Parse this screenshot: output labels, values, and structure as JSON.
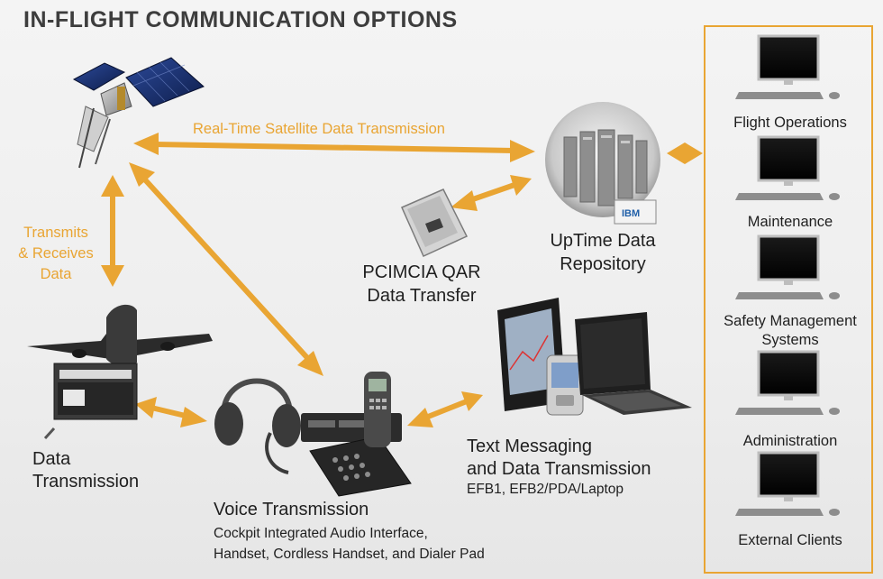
{
  "title": "IN-FLIGHT COMMUNICATION OPTIONS",
  "links": {
    "satellite": "Real-Time Satellite Data Transmission",
    "transmits": [
      "Transmits",
      "& Receives",
      "Data"
    ]
  },
  "nodes": {
    "pcmcia": [
      "PCIMCIA QAR",
      "Data Transfer"
    ],
    "uptime": [
      "UpTime Data",
      "Repository"
    ],
    "data_tx": [
      "Data",
      "Transmission"
    ],
    "voice_title": "Voice Transmission",
    "voice_sub": [
      "Cockpit Integrated Audio Interface,",
      "Handset, Cordless Handset, and Dialer Pad"
    ],
    "text_title": [
      "Text Messaging",
      "and Data Transmission"
    ],
    "text_sub": "EFB1, EFB2/PDA/Laptop",
    "server_badge": "IBM"
  },
  "clients": [
    {
      "label": "Flight Operations"
    },
    {
      "label": "Maintenance"
    },
    {
      "label": "Safety Management Systems"
    },
    {
      "label": "Administration"
    },
    {
      "label": "External Clients"
    }
  ],
  "colors": {
    "accent": "#e9a533",
    "title": "#3d3d3d",
    "text": "#1f1f1f"
  }
}
